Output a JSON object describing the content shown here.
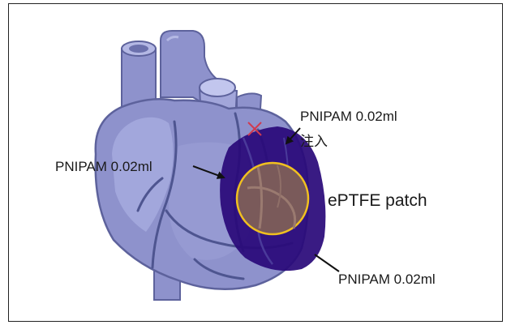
{
  "labels": {
    "top_injection_line1": "PNIPAM 0.02ml",
    "top_injection_line2": "注入",
    "left_injection": "PNIPAM 0.02ml",
    "patch": "ePTFE patch",
    "bottom_injection": "PNIPAM 0.02ml"
  },
  "colors": {
    "heart_body": "#8e92cc",
    "heart_light": "#b4b8e4",
    "heart_dark": "#5d629c",
    "vessel_lines": "#4e5590",
    "pnipam_region": "#2a0a7a",
    "patch_fill": "#7a5a5a",
    "patch_ring": "#f0c020",
    "arrow": "#111111",
    "injection_mark": "#d03a50"
  }
}
